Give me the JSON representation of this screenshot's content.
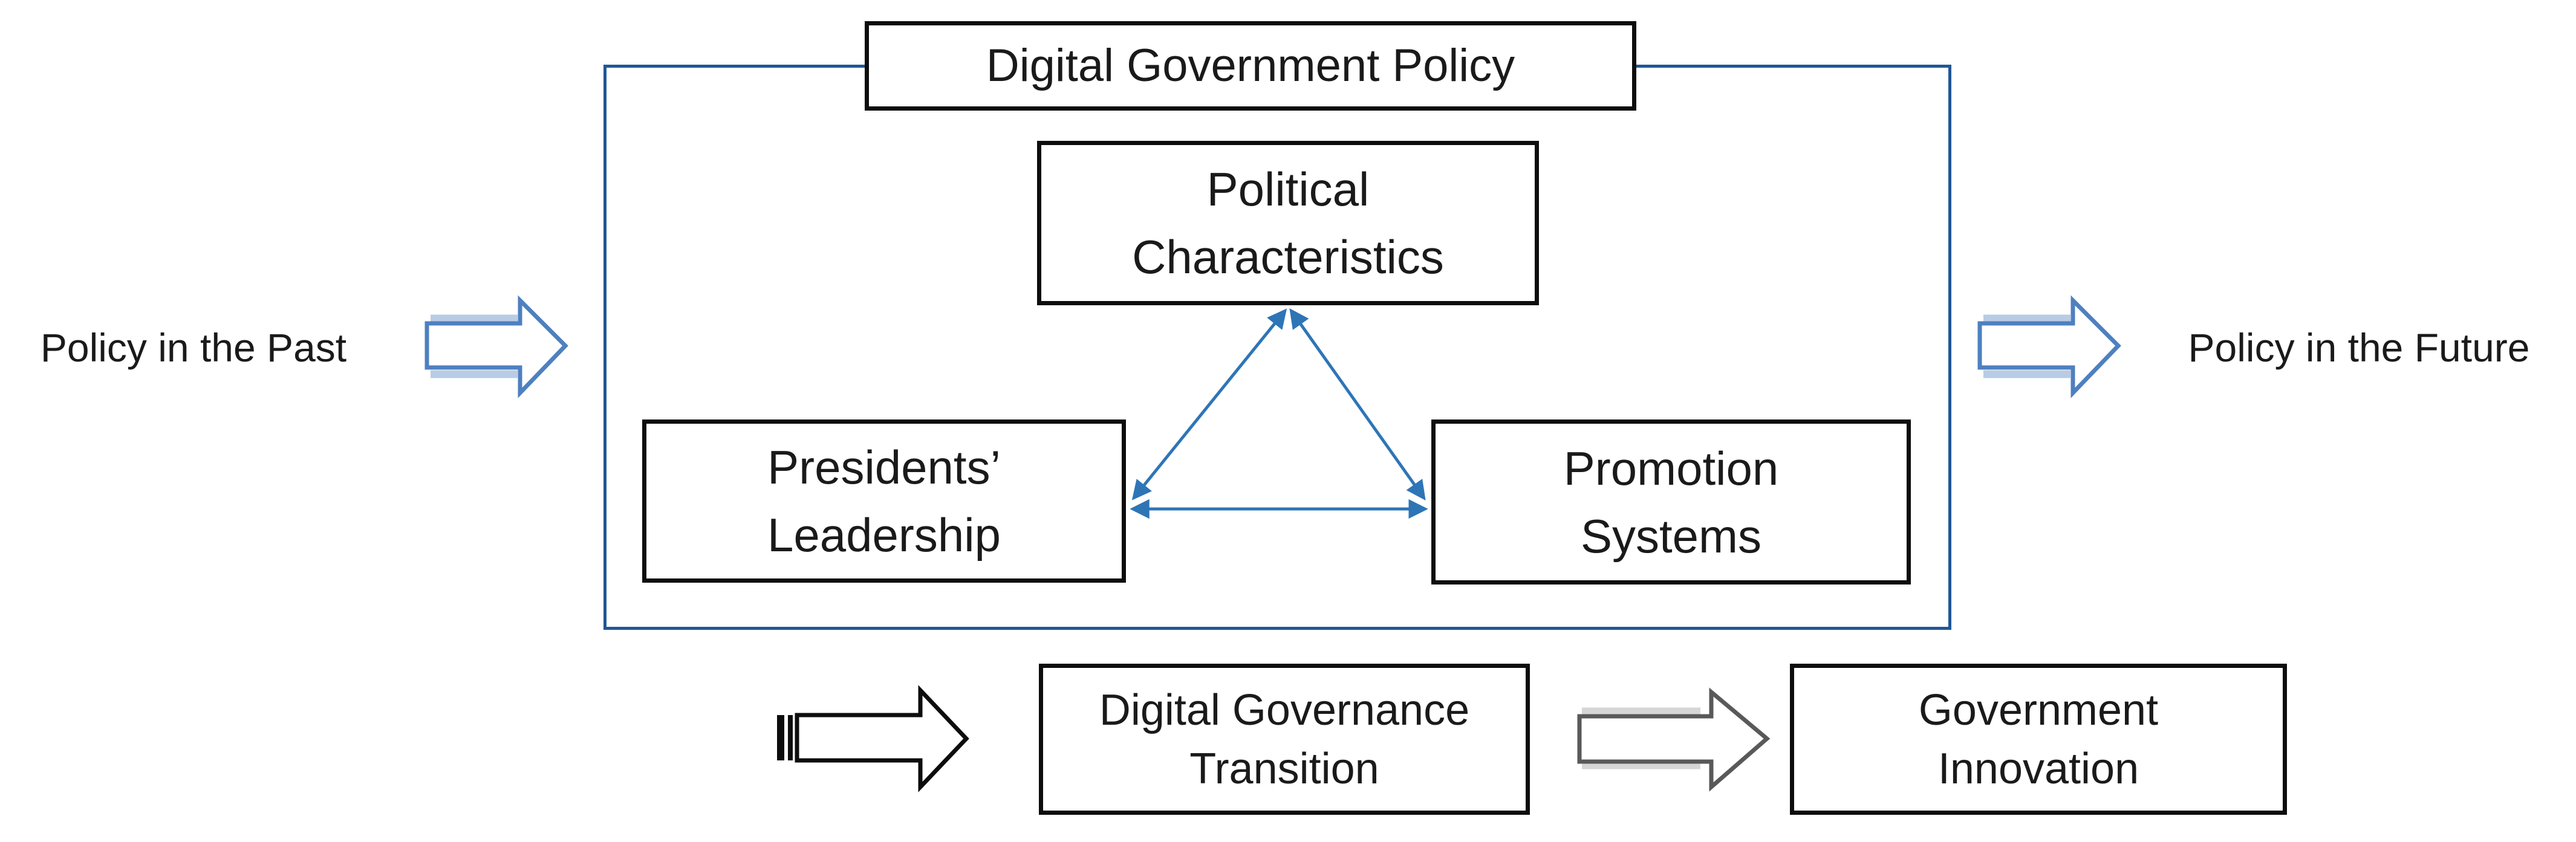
{
  "diagram": {
    "container": {
      "title": "Digital Government Policy"
    },
    "nodes": {
      "political": {
        "line1": "Political",
        "line2": "Characteristics"
      },
      "presidents": {
        "line1": "Presidents’",
        "line2": "Leadership"
      },
      "promotion": {
        "line1": "Promotion",
        "line2": "Systems"
      }
    },
    "side_labels": {
      "past": "Policy in the Past",
      "future": "Policy in the Future"
    },
    "process": {
      "transition": {
        "line1": "Digital Governance",
        "line2": "Transition"
      },
      "innovation": {
        "line1": "Government",
        "line2": "Innovation"
      }
    },
    "icons": {
      "past_arrow": "block-arrow-right-icon",
      "future_arrow": "block-arrow-right-icon",
      "transition_arrow": "striped-block-arrow-right-icon",
      "innovation_arrow": "block-arrow-right-icon",
      "triangle_links": "double-headed-arrow-icon"
    },
    "colors": {
      "container_border": "#1F5796",
      "triangle_arrow": "#2E75B6",
      "policy_arrow_outline": "#4E80C0",
      "policy_arrow_shade": "#B8CCE4",
      "striped_arrow_outline": "#0d0d0d",
      "process_arrow_outline": "#595959",
      "process_arrow_shade": "#D6D6D6",
      "box_border": "#0d0d0d",
      "text": "#1a1a1a"
    }
  }
}
